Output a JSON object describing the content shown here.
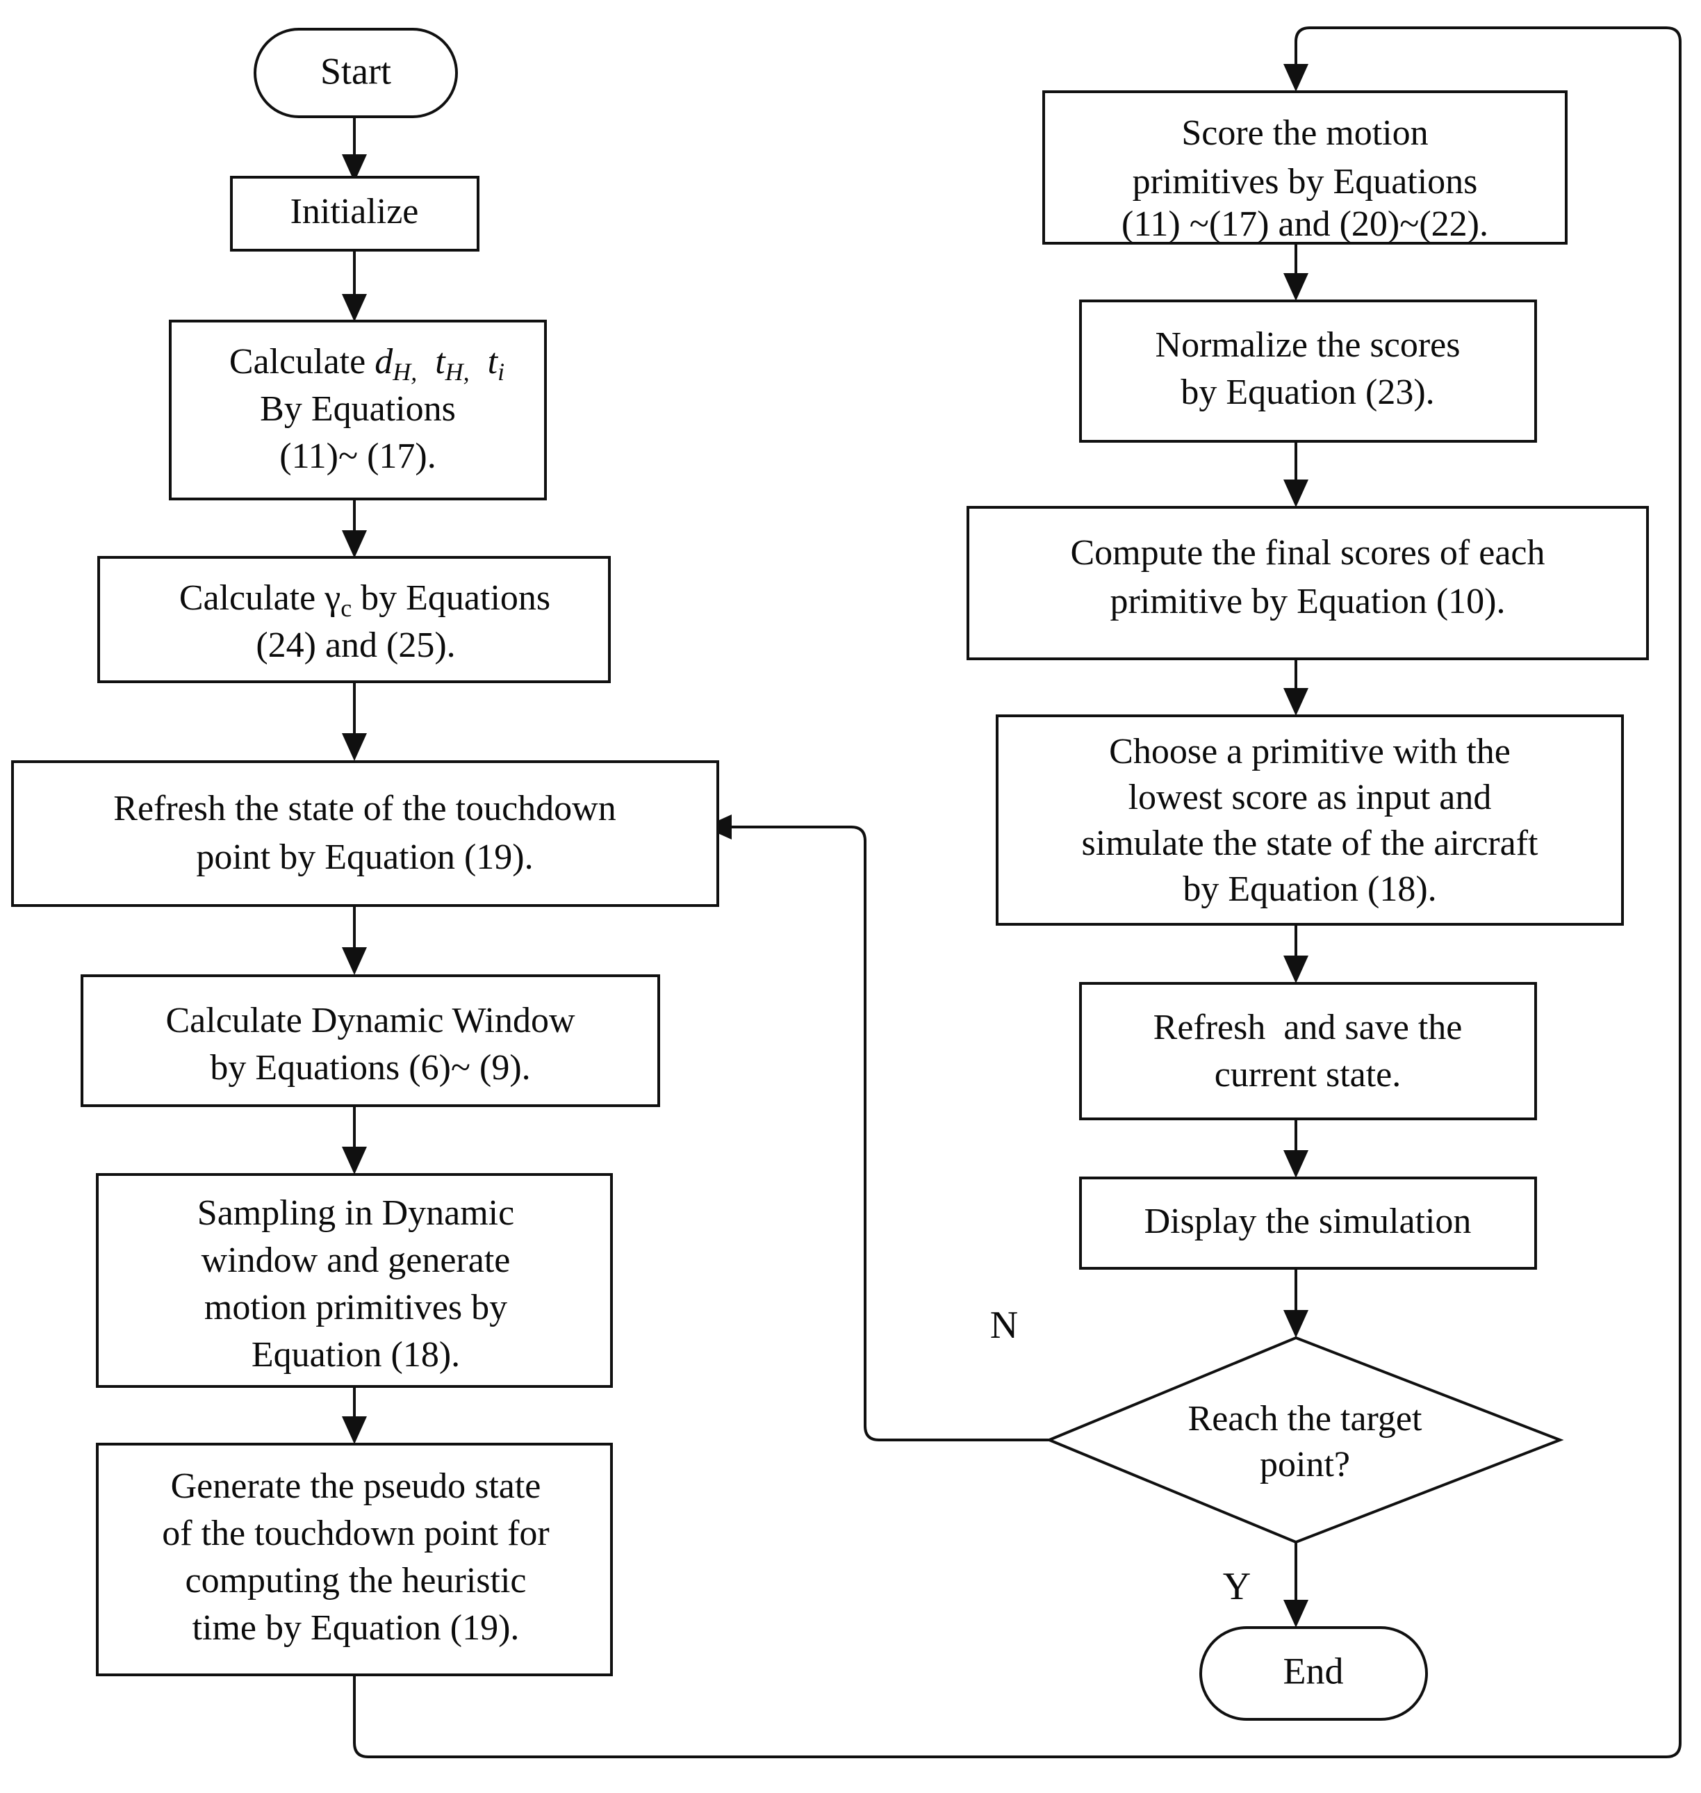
{
  "diagram": {
    "title": "Motion-primitive landing trajectory planning flowchart",
    "type": "flowchart",
    "background_color": "#ffffff",
    "line_color": "#101010",
    "text_color": "#0b0b0b"
  },
  "nodes": {
    "start": {
      "id": "start",
      "shape": "terminal",
      "label": "Start"
    },
    "initialize": {
      "id": "initialize",
      "shape": "process",
      "label": "Initialize",
      "lines": [
        "Initialize"
      ]
    },
    "calc_heuristics": {
      "id": "calc-heuristics",
      "shape": "process",
      "lines": [
        "Calculate dH, tH, ti",
        "By Equations",
        "(11)~ (17)."
      ],
      "line1_parts": [
        {
          "text": "Calculate ",
          "style": "normal"
        },
        {
          "text": "d",
          "style": "italic"
        },
        {
          "text": "H,",
          "style": "sub-italic"
        },
        {
          "text": " ",
          "style": "normal"
        },
        {
          "text": "t",
          "style": "italic"
        },
        {
          "text": "H,",
          "style": "sub-italic"
        },
        {
          "text": " ",
          "style": "normal"
        },
        {
          "text": "t",
          "style": "italic"
        },
        {
          "text": "i",
          "style": "sub-italic"
        }
      ],
      "line2": "By Equations",
      "line3": "(11)~ (17)."
    },
    "calc_gamma": {
      "id": "calc-gamma",
      "shape": "process",
      "line1_prefix": "Calculate ",
      "line1_symbol": "γ",
      "line1_sub": "c",
      "line1_suffix": " by Equations",
      "line2": "(24) and (25)."
    },
    "refresh_touchdown": {
      "id": "refresh-touchdown",
      "shape": "process",
      "lines": [
        "Refresh the state of the touchdown",
        "point by Equation (19)."
      ]
    },
    "calc_dynamic_window": {
      "id": "calc-dynamic-window",
      "shape": "process",
      "lines": [
        "Calculate Dynamic Window",
        "by Equations (6)~ (9)."
      ]
    },
    "sampling": {
      "id": "sampling",
      "shape": "process",
      "lines": [
        "Sampling in Dynamic",
        "window and generate",
        "motion primitives by",
        "Equation (18)."
      ]
    },
    "pseudo_state": {
      "id": "pseudo-state",
      "shape": "process",
      "lines": [
        "Generate the pseudo state",
        "of the touchdown point for",
        "computing the heuristic",
        "time by Equation (19)."
      ]
    },
    "score_primitives": {
      "id": "score-primitives",
      "shape": "process",
      "lines": [
        "Score the motion",
        "primitives by Equations",
        "(11) ~(17) and (20)~(22)."
      ]
    },
    "normalize_scores": {
      "id": "normalize-scores",
      "shape": "process",
      "lines": [
        "Normalize the scores",
        "by Equation (23)."
      ]
    },
    "final_scores": {
      "id": "final-scores",
      "shape": "process",
      "lines": [
        "Compute the final scores of each",
        "primitive by Equation (10)."
      ]
    },
    "choose_primitive": {
      "id": "choose-primitive",
      "shape": "process",
      "lines": [
        "Choose a primitive with the",
        "lowest score as input and",
        "simulate the state of the aircraft",
        "by Equation (18)."
      ]
    },
    "refresh_save": {
      "id": "refresh-save",
      "shape": "process",
      "lines": [
        "Refresh  and save the",
        "current state."
      ]
    },
    "display_simulation": {
      "id": "display-simulation",
      "shape": "process",
      "lines": [
        "Display the simulation"
      ]
    },
    "reach_target": {
      "id": "reach-target",
      "shape": "decision",
      "lines": [
        "Reach the target",
        "point?"
      ]
    },
    "end": {
      "id": "end",
      "shape": "terminal",
      "label": "End"
    }
  },
  "edge_labels": {
    "no_branch": "N",
    "yes_branch": "Y"
  },
  "edges": [
    {
      "from": "start",
      "to": "initialize",
      "label": ""
    },
    {
      "from": "initialize",
      "to": "calc_heuristics",
      "label": ""
    },
    {
      "from": "calc_heuristics",
      "to": "calc_gamma",
      "label": ""
    },
    {
      "from": "calc_gamma",
      "to": "refresh_touchdown",
      "label": ""
    },
    {
      "from": "refresh_touchdown",
      "to": "calc_dynamic_window",
      "label": ""
    },
    {
      "from": "calc_dynamic_window",
      "to": "sampling",
      "label": ""
    },
    {
      "from": "sampling",
      "to": "pseudo_state",
      "label": ""
    },
    {
      "from": "pseudo_state",
      "to": "score_primitives",
      "label": "",
      "routing": "bottom-loop-right"
    },
    {
      "from": "score_primitives",
      "to": "normalize_scores",
      "label": ""
    },
    {
      "from": "normalize_scores",
      "to": "final_scores",
      "label": ""
    },
    {
      "from": "final_scores",
      "to": "choose_primitive",
      "label": ""
    },
    {
      "from": "choose_primitive",
      "to": "refresh_save",
      "label": ""
    },
    {
      "from": "refresh_save",
      "to": "display_simulation",
      "label": ""
    },
    {
      "from": "display_simulation",
      "to": "reach_target",
      "label": ""
    },
    {
      "from": "reach_target",
      "to": "refresh_touchdown",
      "label": "N",
      "routing": "left-feedback"
    },
    {
      "from": "reach_target",
      "to": "end",
      "label": "Y"
    }
  ]
}
